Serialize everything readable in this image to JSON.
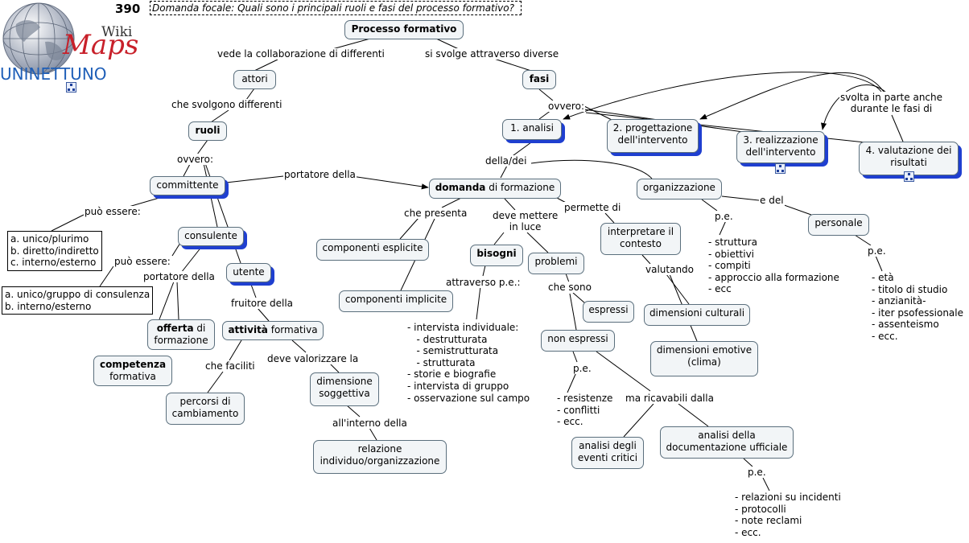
{
  "header": {
    "map_number": "390",
    "focus_question": "Domanda focale: Quali sono i principali ruoli e fasi del processo formativo?"
  },
  "logo": {
    "wiki": "Wiki",
    "maps": "Maps",
    "uninettuno": "UNINETTUNO"
  },
  "nodes": {
    "processo": "Processo formativo",
    "attori": "attori",
    "fasi": "fasi",
    "ruoli": "ruoli",
    "committente": "committente",
    "consulente": "consulente",
    "utente": "utente",
    "offerta_b": "offerta",
    "offerta_rest": " di",
    "offerta_line2": "formazione",
    "competenza_b": "competenza",
    "competenza_line2": "formativa",
    "attivita_b": "attività",
    "attivita_rest": " formativa",
    "percorsi": "percorsi di\ncambiamento",
    "dimensione_soggettiva": "dimensione\nsoggettiva",
    "relazione": "relazione\nindividuo/organizzazione",
    "analisi": "1. analisi",
    "progettazione": "2. progettazione\ndell'intervento",
    "realizzazione": "3. realizzazione\ndell'intervento",
    "valutazione": "4. valutazione dei\nrisultati",
    "domanda_b": "domanda",
    "domanda_rest": " di formazione",
    "organizzazione": "organizzazione",
    "personale": "personale",
    "componenti_esplicite": "componenti esplicite",
    "componenti_implicite": "componenti implicite",
    "bisogni": "bisogni",
    "problemi": "problemi",
    "interpretare": "interpretare il\ncontesto",
    "espressi": "espressi",
    "non_espressi": "non espressi",
    "dimensioni_culturali": "dimensioni culturali",
    "dimensioni_emotive": "dimensioni emotive\n(clima)",
    "analisi_eventi": "analisi degli\neventi critici",
    "analisi_documentazione": "analisi della\ndocumentazione ufficiale"
  },
  "links": {
    "vede": "vede la collaborazione di differenti",
    "si_svolge": "si svolge attraverso diverse",
    "che_svolgono": "che svolgono differenti",
    "ovvero_ruoli": "ovvero:",
    "ovvero_fasi": "ovvero:",
    "svolta": "svolta in parte anche\ndurante le fasi di",
    "portatore_della": "portatore della",
    "puo_essere_1": "può essere:",
    "puo_essere_2": "può essere:",
    "portatore_della_2": "portatore della",
    "fruitore_della": "fruitore della",
    "che_faciliti": "che faciliti",
    "deve_valorizzare": "deve valorizzare la",
    "all_interno": "all'interno della",
    "della_dei": "della/dei",
    "che_presenta": "che presenta",
    "deve_mettere": "deve mettere\nin luce",
    "permette_di": "permette di",
    "e_del": "e del",
    "pe_org": "p.e.",
    "pe_pers": "p.e.",
    "attraverso_pe": "attraverso p.e.:",
    "che_sono": "che sono",
    "valutando": "valutando",
    "pe_nonespressi": "p.e.",
    "ma_ricavabili": "ma ricavabili dalla",
    "pe_doc": "p.e."
  },
  "lists": {
    "committente_types": "a. unico/plurimo\nb. diretto/indiretto\nc. interno/esterno",
    "consulente_types": "a. unico/gruppo di consulenza\nb. interno/esterno",
    "organizzazione_items": "- struttura\n- obiettivi\n- compiti\n- approccio alla formazione\n- ecc",
    "personale_items": "- età\n- titolo di studio\n- anzianità-\n- iter psofessionale\n- assenteismo\n- ecc.",
    "bisogni_items": "- intervista individuale:\n   - destrutturata\n   - semistrutturata\n   - strutturata\n- storie e biografie\n- intervista di gruppo\n- osservazione sul campo",
    "nonespressi_items": "- resistenze\n- conflitti\n- ecc.",
    "documentazione_items": "- relazioni su incidenti\n- protocolli\n- note reclami\n- ecc."
  },
  "colors": {
    "node_bg": "#f2f5f7",
    "node_border": "#5b6f7d",
    "shadow": "#1f3fd0",
    "logo_red": "#c8202a",
    "logo_blue": "#1f5fb8"
  }
}
